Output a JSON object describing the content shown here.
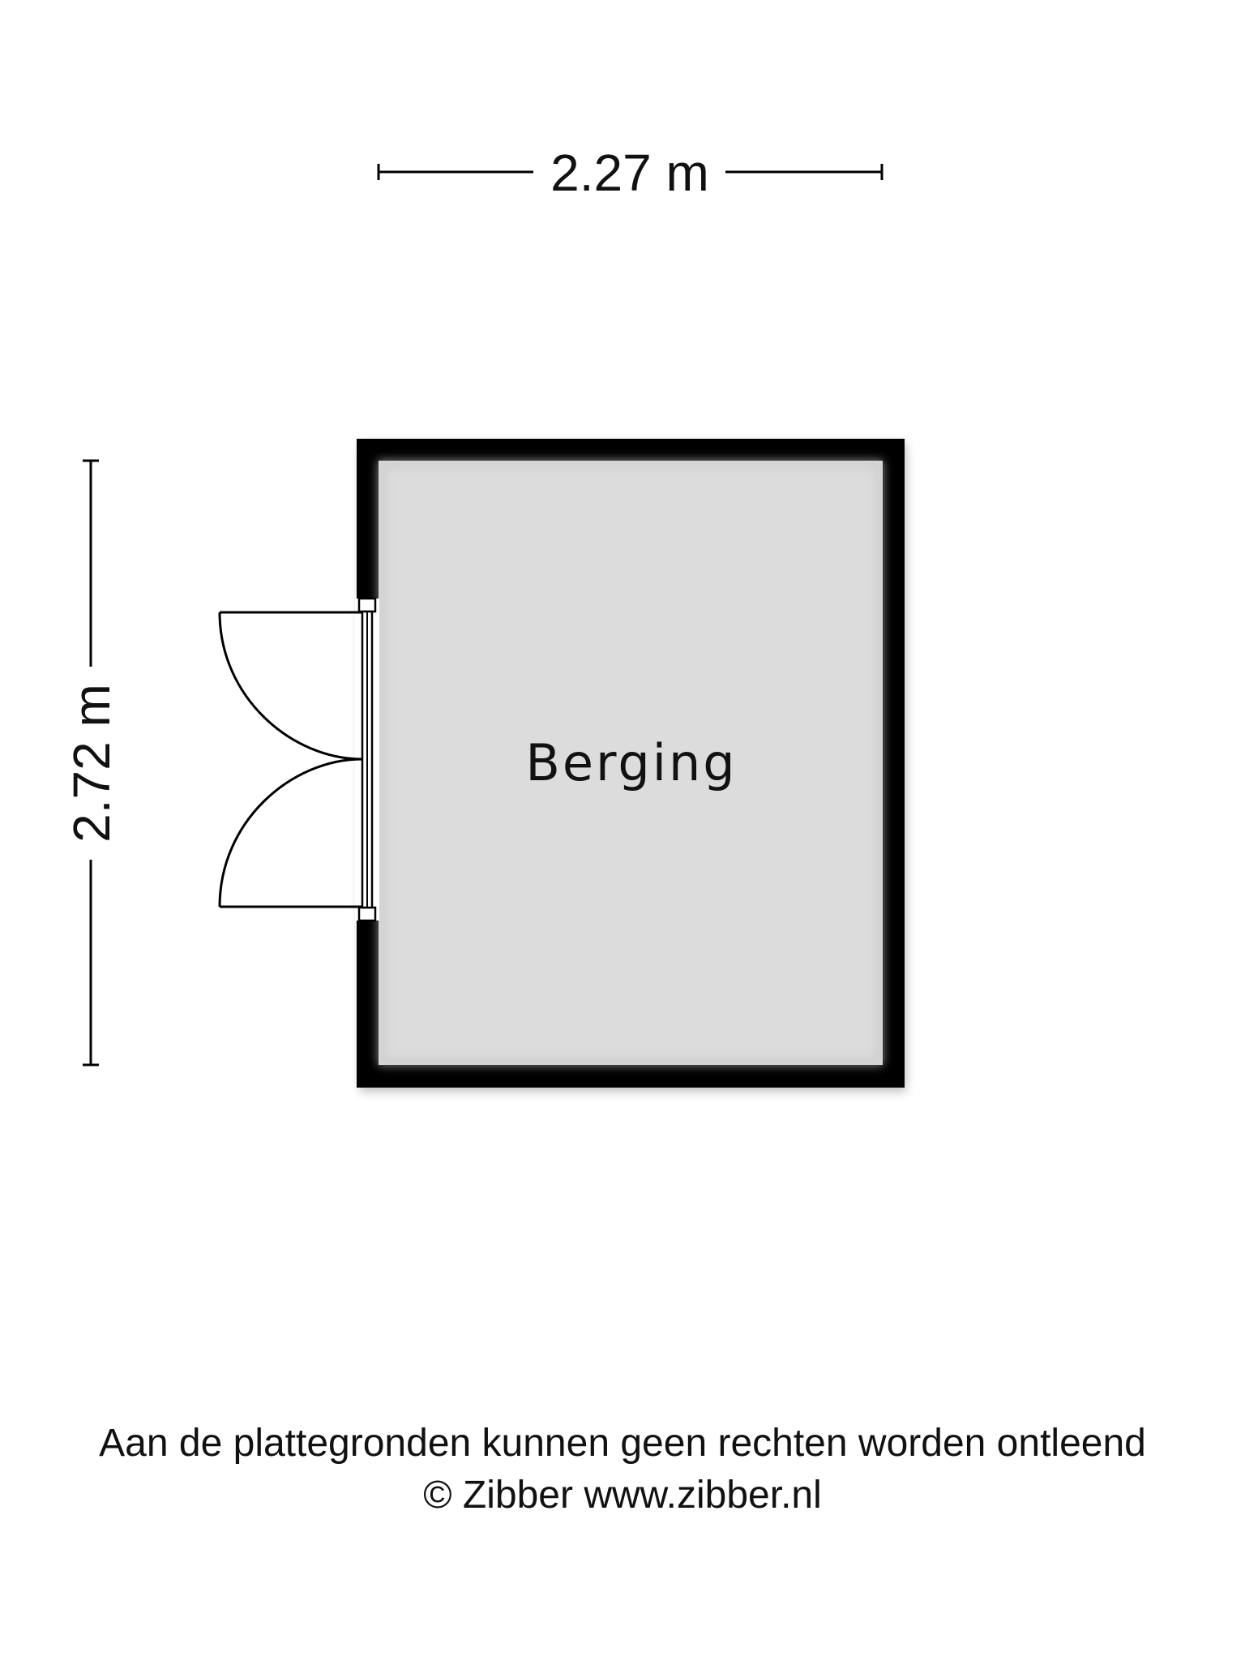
{
  "dimensions": {
    "width_label": "2.27 m",
    "height_label": "2.72 m"
  },
  "room": {
    "name": "Berging"
  },
  "footer": {
    "disclaimer": "Aan de plattegronden kunnen geen rechten worden ontleend",
    "copyright": "© Zibber www.zibber.nl"
  },
  "colors": {
    "wall": "#000000",
    "floor": "#dcdcdc",
    "line": "#000000",
    "background": "#ffffff"
  }
}
